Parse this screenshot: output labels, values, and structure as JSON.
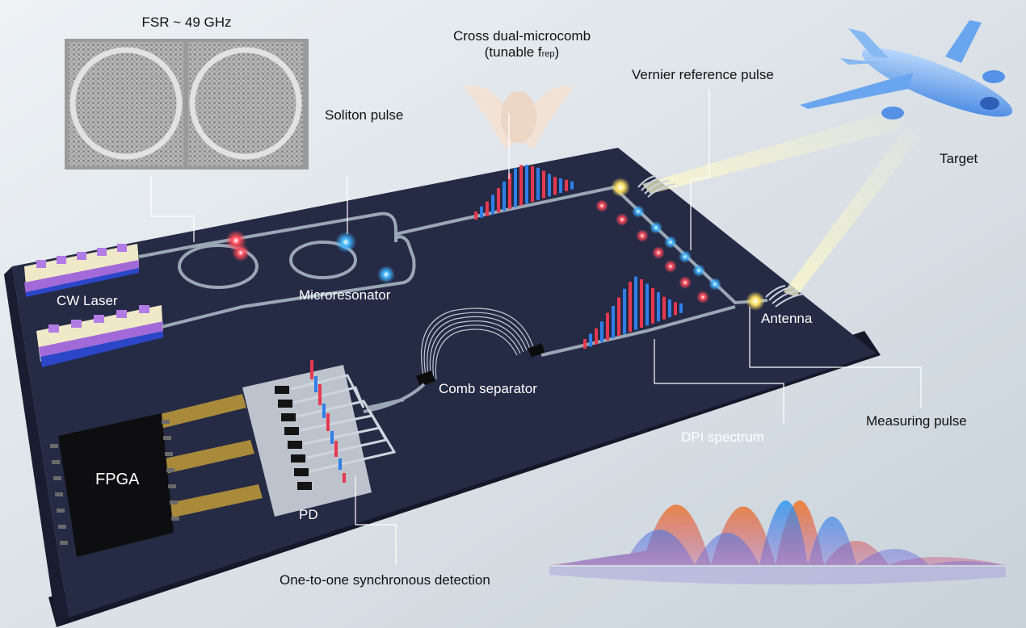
{
  "labels": {
    "fsr": "FSR ~ 49 GHz",
    "soliton_pulse": "Soliton pulse",
    "cross_dual_microcomb_line1": "Cross dual-microcomb",
    "cross_dual_microcomb_line2_prefix": "(tunable f",
    "cross_dual_microcomb_line2_sub": "rep",
    "cross_dual_microcomb_line2_suffix": ")",
    "vernier_reference_pulse": "Vernier reference pulse",
    "target": "Target",
    "cw_laser": "CW Laser",
    "microresonator": "Microresonator",
    "antenna": "Antenna",
    "comb_separator": "Comb separator",
    "measuring_pulse": "Measuring pulse",
    "dpi_spectrum": "DPI spectrum",
    "fpga": "FPGA",
    "pd": "PD",
    "one_to_one": "One-to-one synchronous detection"
  },
  "colors": {
    "background": "#dfe6ec",
    "board": "#22263f",
    "waveguide": "#9aa7b5",
    "red_comb": "#e8384f",
    "blue_comb": "#2f7fe8",
    "laser_purple": "#9b5fd6",
    "beam": "#fff6b0",
    "spectrum_orange": "#f07a2a",
    "spectrum_blue": "#2c8ef0"
  }
}
